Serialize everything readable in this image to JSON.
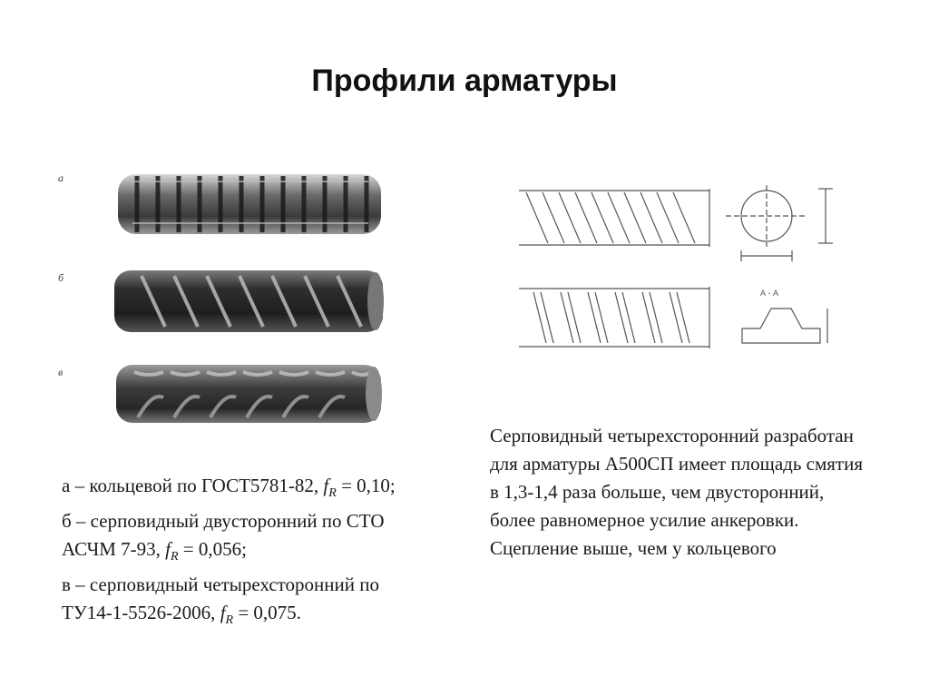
{
  "title": "Профили арматуры",
  "figure_left": {
    "labels": [
      "а",
      "б",
      "в"
    ]
  },
  "figure_right": {
    "section_label": "А - А"
  },
  "caption_left": {
    "a_text": "а – кольцевой по ГОСТ5781-82, ",
    "a_value": " = 0,10;",
    "b_text": "б – серповидный двусторонний по СТО АСЧМ 7-93, ",
    "b_value": " = 0,056;",
    "c_text": "в – серповидный четырехсторонний по ТУ14-1-5526-2006, ",
    "c_value": " = 0,075.",
    "symbol": "f",
    "symbol_sub": "R"
  },
  "caption_right": {
    "text": "Серповидный четырехсторонний разработан для арматуры А500СП имеет площадь смятия  в 1,3-1,4 раза больше, чем двусторонний, более равномерное усилие анкеровки. Сцепление выше, чем у кольцевого"
  }
}
